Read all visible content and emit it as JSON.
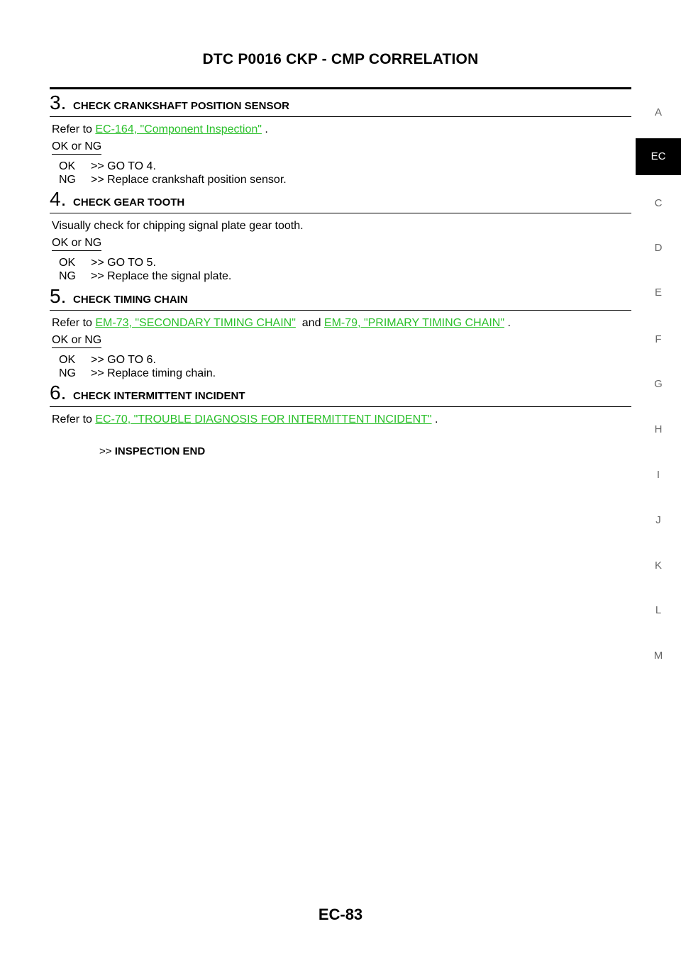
{
  "header": {
    "title": "DTC P0016 CKP - CMP CORRELATION"
  },
  "steps": [
    {
      "number": "3.",
      "title": "CHECK CRANKSHAFT POSITION SENSOR",
      "text_before": "Refer to ",
      "link1": "EC-164, \"Component Inspection\"",
      "text_after": " .",
      "okng": "OK or NG",
      "results": [
        {
          "key": "OK",
          "value": ">> GO TO 4."
        },
        {
          "key": "NG",
          "value": ">> Replace crankshaft position sensor."
        }
      ]
    },
    {
      "number": "4.",
      "title": "CHECK GEAR TOOTH",
      "text": "Visually check for chipping signal plate gear tooth.",
      "okng": "OK or NG",
      "results": [
        {
          "key": "OK",
          "value": ">> GO TO 5."
        },
        {
          "key": "NG",
          "value": ">> Replace the signal plate."
        }
      ]
    },
    {
      "number": "5.",
      "title": "CHECK TIMING CHAIN",
      "text_before": "Refer to ",
      "link1": "EM-73, \"SECONDARY TIMING CHAIN\"",
      "text_middle": "  and ",
      "link2": "EM-79, \"PRIMARY TIMING CHAIN\"",
      "text_after": " .",
      "okng": "OK or NG",
      "results": [
        {
          "key": "OK",
          "value": ">> GO TO 6."
        },
        {
          "key": "NG",
          "value": ">> Replace timing chain."
        }
      ]
    },
    {
      "number": "6.",
      "title": "CHECK INTERMITTENT INCIDENT",
      "text_before": "Refer to ",
      "link1": "EC-70, \"TROUBLE DIAGNOSIS FOR INTERMITTENT INCIDENT\"",
      "text_after": " ."
    }
  ],
  "end": {
    "prefix": ">>",
    "label": "INSPECTION END"
  },
  "side_tabs": [
    "A",
    "EC",
    "C",
    "D",
    "E",
    "F",
    "G",
    "H",
    "I",
    "J",
    "K",
    "L",
    "M"
  ],
  "active_tab": "EC",
  "footer": {
    "page_number": "EC-83"
  },
  "colors": {
    "link": "#2bc02b",
    "active_tab_bg": "#000000",
    "tab_text": "#666666"
  }
}
